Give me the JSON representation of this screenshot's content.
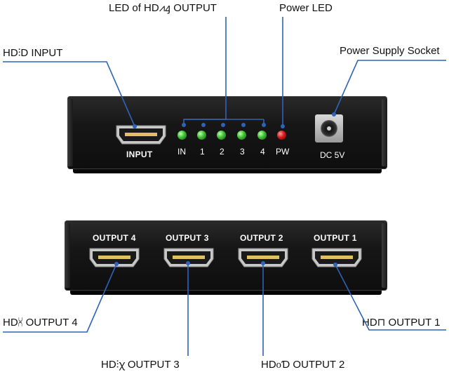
{
  "callouts": {
    "led_output": "LED of HD⩘ꜭ OUTPUT",
    "power_led": "Power LED",
    "hdmi_input": "HD⫶D INPUT",
    "power_socket": "Power Supply Socket",
    "output4": "HD⩆ OUTPUT 4",
    "output3": "HD⫶ꭓ OUTPUT 3",
    "output2": "HD᧐Ɗ OUTPUT 2",
    "output1": "HD⊓ OUTPUT 1"
  },
  "top_panel": {
    "input_label": "INPUT",
    "leds": [
      {
        "label": "IN",
        "color": "#3fbf33"
      },
      {
        "label": "1",
        "color": "#3fbf33"
      },
      {
        "label": "2",
        "color": "#3fbf33"
      },
      {
        "label": "3",
        "color": "#3fbf33"
      },
      {
        "label": "4",
        "color": "#3fbf33"
      },
      {
        "label": "PW",
        "color": "#d61a1a"
      }
    ],
    "power_label": "DC 5V"
  },
  "bottom_panel": {
    "ports": [
      "OUTPUT 4",
      "OUTPUT 3",
      "OUTPUT 2",
      "OUTPUT 1"
    ]
  }
}
